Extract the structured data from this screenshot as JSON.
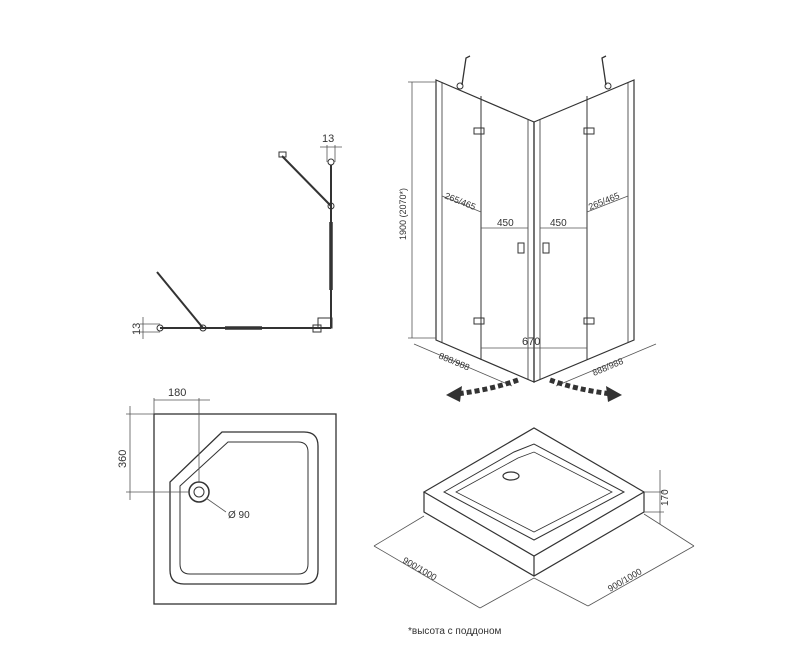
{
  "plan_view": {
    "gap_top": "13",
    "gap_left": "13"
  },
  "elevation": {
    "height": "1900 (2070*)",
    "hinge_left": "265/465",
    "hinge_right": "265/465",
    "door_left": "450",
    "door_right": "450",
    "entry_width": "670",
    "side_left": "888/988",
    "side_right": "888/988"
  },
  "tray_top": {
    "drain_offset_x": "180",
    "drain_offset_y": "360",
    "drain_diameter": "Ø 90"
  },
  "tray_iso": {
    "height": "170",
    "width_left": "900/1000",
    "width_right": "900/1000"
  },
  "footnote": "*высота с поддоном",
  "colors": {
    "line": "#333333",
    "arrow": "#333333"
  }
}
